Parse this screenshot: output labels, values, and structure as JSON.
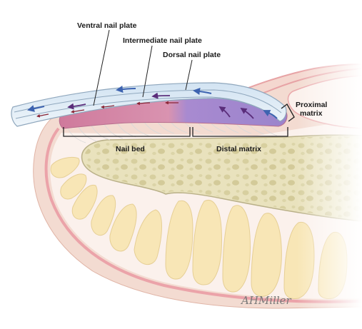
{
  "labels": {
    "ventral_nail_plate": "Ventral nail plate",
    "intermediate_nail_plate": "Intermediate nail plate",
    "dorsal_nail_plate": "Dorsal nail plate",
    "proximal_matrix_line1": "Proximal",
    "proximal_matrix_line2": "matrix",
    "nail_bed": "Nail bed",
    "distal_matrix": "Distal matrix"
  },
  "signature": "AHMiller",
  "colors": {
    "skin_outer": "#f2d9cf",
    "skin_line": "#e9a6a8",
    "dermis": "#fbf0ea",
    "bone": "#e9e2bd",
    "bone_spots": "#d6cf9f",
    "fat_lobule": "#f8e7b9",
    "fat_lobule_edge": "#ead39a",
    "nail_plate": "#dce9f4",
    "nail_plate_edge": "#9bb3c8",
    "nail_bed": "#d487a6",
    "matrix": "#9d86cc",
    "arrow_blue": "#3d63b0",
    "arrow_purple": "#5a2d7a",
    "arrow_red": "#8a2435"
  }
}
